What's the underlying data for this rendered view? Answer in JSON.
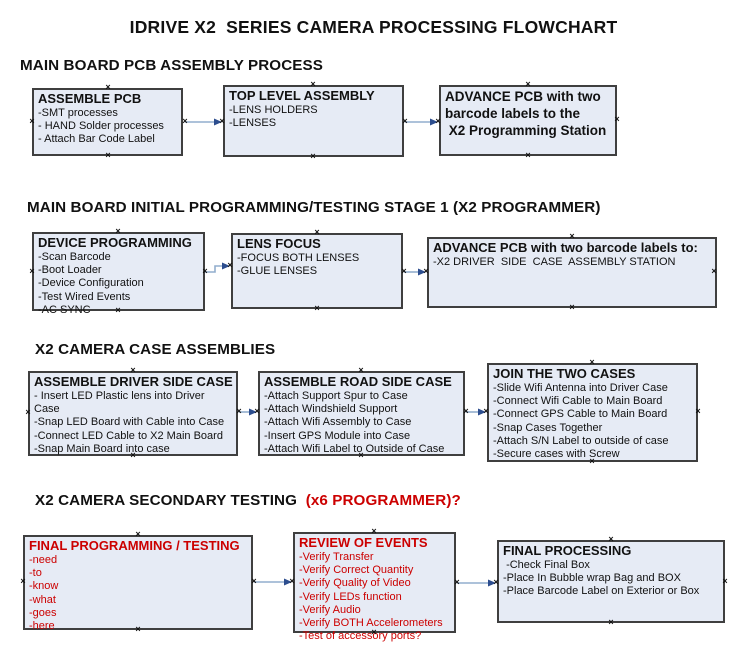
{
  "title": "IDRIVE X2  SERIES CAMERA PROCESSING FLOWCHART",
  "icons": {
    "connection_point_marker": "×"
  },
  "colors": {
    "box_fill": "#e6ebf5",
    "box_border": "#3f3f3f",
    "arrow_line": "#92aecd",
    "arrow_head": "#2c4d8e",
    "red": "#cc0000",
    "text": "#111111"
  },
  "sections": [
    {
      "header": "MAIN BOARD PCB ASSEMBLY PROCESS",
      "boxes": [
        {
          "title": "ASSEMBLE PCB",
          "items": [
            "-SMT processes",
            "- HAND Solder processes",
            "- Attach Bar Code Label"
          ]
        },
        {
          "title": "TOP LEVEL ASSEMBLY",
          "items": [
            "-LENS HOLDERS",
            "-LENSES"
          ]
        },
        {
          "title": "ADVANCE PCB with two barcode labels to the\n X2 Programming Station",
          "items": []
        }
      ]
    },
    {
      "header": "MAIN BOARD INITIAL PROGRAMMING/TESTING STAGE 1 (X2 PROGRAMMER)",
      "boxes": [
        {
          "title": "DEVICE PROGRAMMING",
          "items": [
            "-Scan Barcode",
            "-Boot Loader",
            "-Device Configuration",
            "-Test Wired Events",
            "-AC SYNC"
          ]
        },
        {
          "title": "LENS FOCUS",
          "items": [
            "-FOCUS BOTH LENSES",
            "-GLUE LENSES"
          ]
        },
        {
          "title": "ADVANCE PCB with two barcode labels to:",
          "items": [
            "-X2 DRIVER  SIDE  CASE  ASSEMBLY STATION"
          ]
        }
      ]
    },
    {
      "header": "X2 CAMERA CASE ASSEMBLIES",
      "boxes": [
        {
          "title": "ASSEMBLE DRIVER SIDE CASE",
          "items": [
            "- Insert LED Plastic lens into Driver Case",
            "-Snap LED Board with Cable into Case",
            "-Connect LED Cable to X2 Main Board",
            "-Snap Main Board into case"
          ]
        },
        {
          "title": "ASSEMBLE ROAD SIDE CASE",
          "items": [
            "-Attach Support Spur to Case",
            "-Attach Windshield Support",
            "-Attach Wifi Assembly to Case",
            "-Insert GPS Module into Case",
            "-Attach Wifi Label to Outside of Case"
          ]
        },
        {
          "title": "JOIN THE TWO CASES",
          "items": [
            "-Slide Wifi Antenna into Driver Case",
            "-Connect Wifi Cable to Main Board",
            "-Connect GPS Cable to Main Board",
            "-Snap Cases Together",
            "-Attach S/N Label to outside of case",
            "-Secure cases with Screw"
          ]
        }
      ]
    },
    {
      "header": "X2 CAMERA SECONDARY TESTING  ",
      "header_suffix": "(x6 PROGRAMMER)?",
      "boxes": [
        {
          "title": "FINAL PROGRAMMING / TESTING",
          "accent": "red",
          "items": [
            "-need",
            "-to",
            "-know",
            "-what",
            "-goes",
            "-here"
          ]
        },
        {
          "title": "REVIEW OF EVENTS",
          "accent": "red",
          "items": [
            "-Verify Transfer",
            "-Verify Correct Quantity",
            "-Verify Quality of Video",
            "-Verify LEDs function",
            "-Verify Audio",
            "-Verify BOTH Accelerometers",
            "-Test of accessory ports?"
          ]
        },
        {
          "title": "FINAL PROCESSING",
          "items": [
            " -Check Final Box",
            "-Place In Bubble wrap Bag and BOX",
            "-Place Barcode Label on Exterior or Box"
          ]
        }
      ]
    }
  ]
}
